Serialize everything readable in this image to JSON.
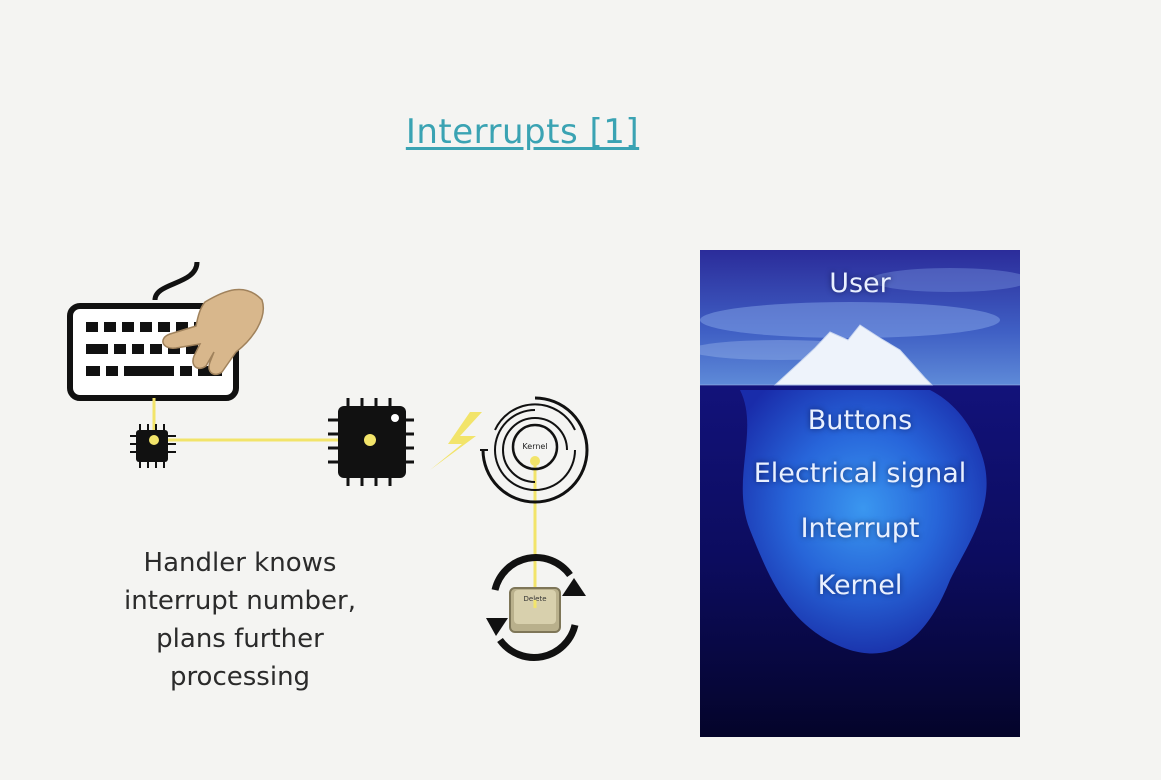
{
  "title": "Interrupts [1]",
  "caption": [
    "Handler knows",
    "interrupt number,",
    "plans further",
    "processing"
  ],
  "kernel_label": "Kernel",
  "delete_key_label": "Delete",
  "iceberg": {
    "surface": "User",
    "layers": [
      "Buttons",
      "Electrical signal",
      "Interrupt",
      "Kernel"
    ]
  },
  "colors": {
    "title": "#3aa3b3",
    "wire": "#f2e46a",
    "chip": "#111111",
    "bolt": "#f2e46a"
  },
  "icons": [
    "keyboard-icon",
    "hand-icon",
    "small-chip-icon",
    "large-chip-icon",
    "lightning-icon",
    "kernel-rings-icon",
    "refresh-arrows-icon",
    "delete-key-icon"
  ]
}
